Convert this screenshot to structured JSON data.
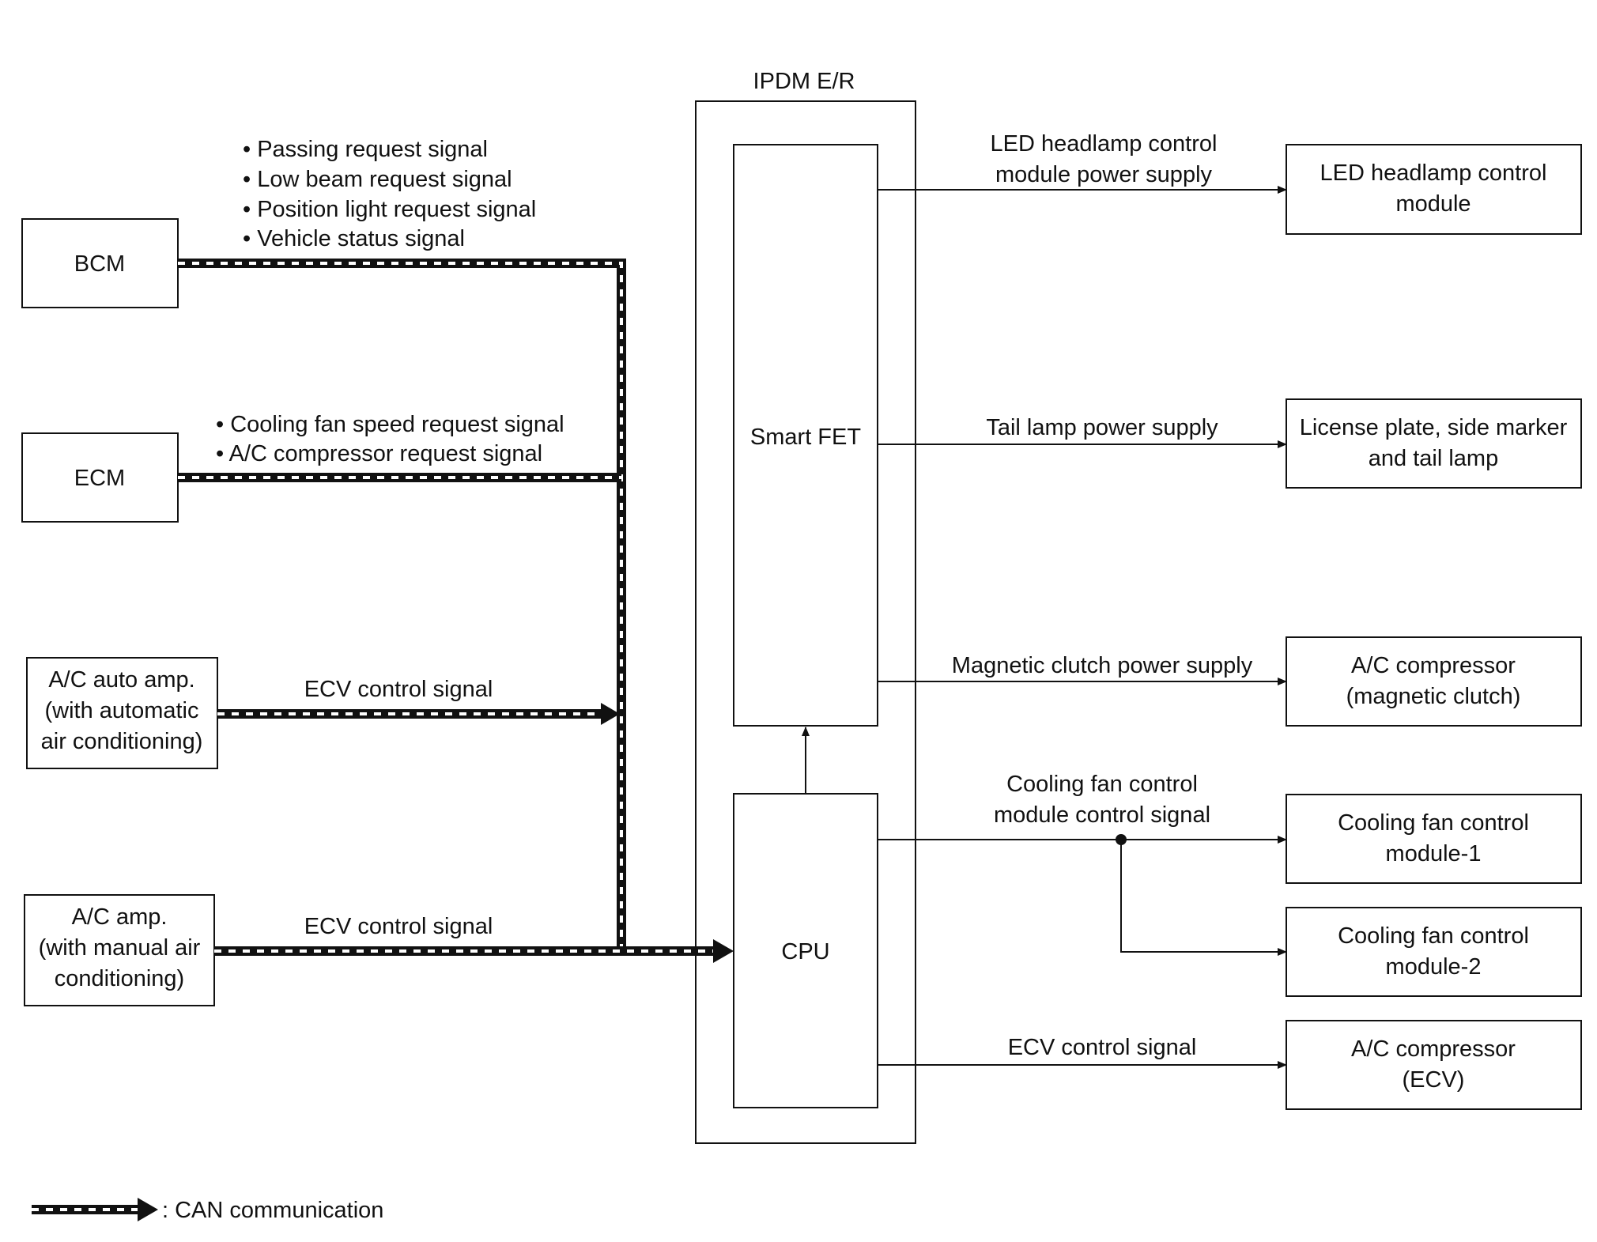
{
  "ipdm": {
    "title": "IPDM E/R",
    "smart_fet": "Smart FET",
    "cpu": "CPU"
  },
  "inputs": {
    "bcm": "BCM",
    "ecm": "ECM",
    "ac_auto_amp": [
      "A/C auto amp.",
      "(with automatic",
      "air conditioning)"
    ],
    "ac_amp": [
      "A/C amp.",
      "(with manual air",
      "conditioning)"
    ]
  },
  "input_signals": {
    "bcm": [
      "• Passing request signal",
      "• Low beam request signal",
      "• Position light request signal",
      "• Vehicle status signal"
    ],
    "ecm": [
      "• Cooling fan speed request signal",
      "• A/C compressor request signal"
    ],
    "ac_auto_amp": "ECV control signal",
    "ac_amp": "ECV control signal"
  },
  "outputs": {
    "led_headlamp": [
      "LED headlamp control",
      "module"
    ],
    "license_plate": [
      "License plate, side marker",
      "and tail lamp"
    ],
    "ac_compressor_clutch": [
      "A/C compressor",
      "(magnetic clutch)"
    ],
    "cooling_fan_1": [
      "Cooling fan control",
      "module-1"
    ],
    "cooling_fan_2": [
      "Cooling fan control",
      "module-2"
    ],
    "ac_compressor_ecv": [
      "A/C compressor",
      "(ECV)"
    ]
  },
  "output_signals": {
    "led_headlamp": [
      "LED headlamp control",
      "module power supply"
    ],
    "tail_lamp": "Tail lamp power supply",
    "magnetic_clutch": "Magnetic clutch power supply",
    "cooling_fan": [
      "Cooling fan control",
      "module control signal"
    ],
    "ecv": "ECV control signal"
  },
  "legend": {
    "label": ": CAN communication"
  }
}
